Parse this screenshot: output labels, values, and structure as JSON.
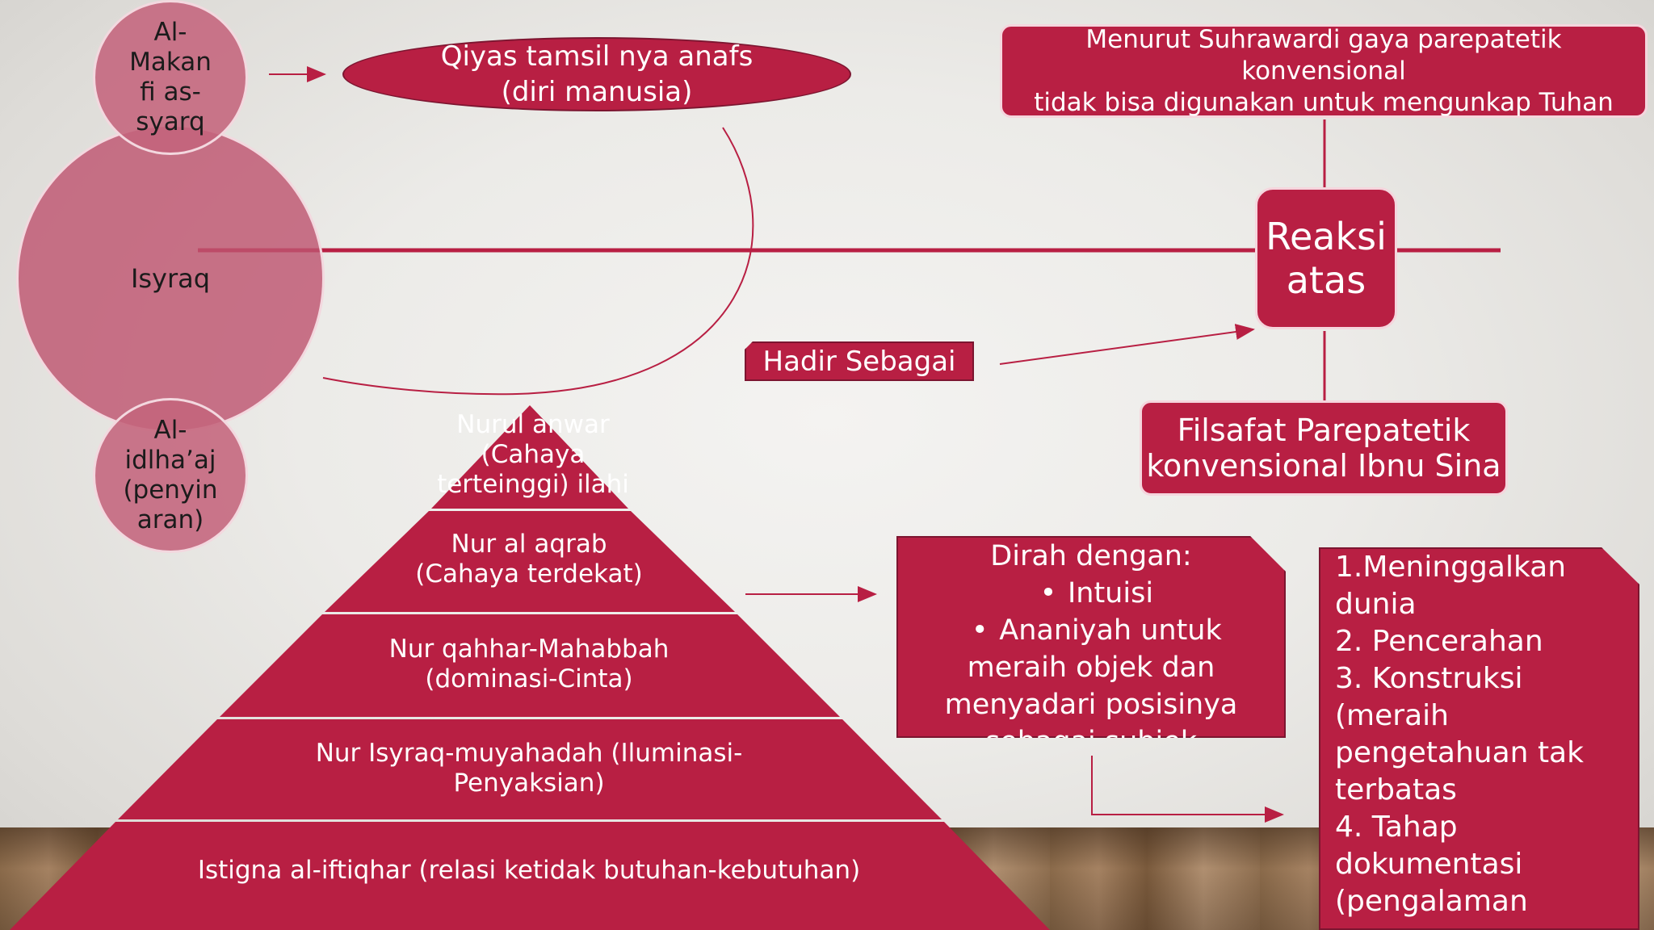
{
  "circles": {
    "top": [
      "Al-",
      "Makan",
      "fi as-",
      "syarq"
    ],
    "center": "Isyraq",
    "bottom": [
      "Al-",
      "idlha’aj",
      "(penyin",
      "aran)"
    ]
  },
  "qiyas": [
    "Qiyas tamsil nya anafs",
    "(diri manusia)"
  ],
  "menurut": [
    "Menurut Suhrawardi gaya parepatetik konvensional",
    "tidak bisa digunakan untuk mengunkap Tuhan"
  ],
  "reaksi": [
    "Reaksi",
    "atas"
  ],
  "filsafat": [
    "Filsafat Parepatetik",
    "konvensional Ibnu Sina"
  ],
  "hadir": "Hadir Sebagai",
  "pyramid": {
    "level0": [
      "Nurul anwar",
      "(Cahaya",
      "terteinggi) ilahi"
    ],
    "level1": [
      "Nur al aqrab",
      "(Cahaya terdekat)"
    ],
    "level2": [
      "Nur qahhar-Mahabbah",
      "(dominasi-Cinta)"
    ],
    "level3": [
      "Nur Isyraq-muyahadah (Iluminasi-",
      "Penyaksian)"
    ],
    "level4": [
      "Istigna al-iftiqhar (relasi ketidak butuhan-kebutuhan)"
    ]
  },
  "dirah": {
    "heading": "Dirah dengan:",
    "bullet1": "Intuisi",
    "bullet2": [
      "Ananiyah untuk",
      "meraih objek dan",
      "menyadari posisinya",
      "sebagai subjek"
    ],
    "bullet_char": "•"
  },
  "steps": [
    "1.Meninggalkan",
    "dunia",
    "2. Pencerahan",
    "3. Konstruksi",
    "(meraih",
    "pengetahuan tak",
    "terbatas",
    "4. Tahap",
    "dokumentasi",
    "(pengalaman"
  ],
  "colors": {
    "primary": "#b81f43",
    "circle": "#c4647c",
    "background": "#ecebe8"
  }
}
